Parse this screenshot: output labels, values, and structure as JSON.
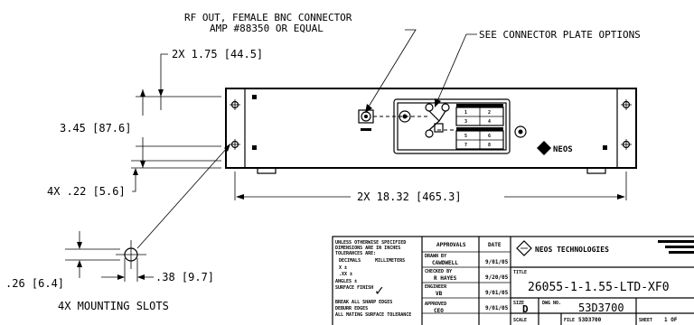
{
  "labels": {
    "rf_out_line1": "RF OUT, FEMALE BNC CONNECTOR",
    "rf_out_line2": "AMP #88350 OR EQUAL",
    "connector_plate": "SEE CONNECTOR PLATE OPTIONS",
    "dim_height_spacing": "2X 1.75 [44.5]",
    "dim_height": "3.45 [87.6]",
    "dim_slot_depth": "4X .22 [5.6]",
    "dim_width": "2X 18.32 [465.3]",
    "dim_slot_width": ".26 [6.4]",
    "dim_slot_length": ".38 [9.7]",
    "mounting_slots": "4X MOUNTING SLOTS",
    "front_panel_logo": "NEOS"
  },
  "title_block": {
    "company": "NEOS TECHNOLOGIES",
    "approvals_header": "APPROVALS",
    "date_header": "DATE",
    "title_label": "TITLE",
    "title_value": "26055-1-1.55-LTD-XF0",
    "size_label": "SIZE",
    "size_value": "D",
    "dwg_no_label": "DWG NO.",
    "dwg_no_value": "53D3700",
    "scale_label": "SCALE",
    "file_label": "FILE",
    "file_value": "53D3700",
    "sheet_label": "SHEET",
    "sheet_value": "1 OF",
    "drawn_by_label": "DRAWN BY",
    "drawn_by_value": "CAWDWELL",
    "checked_by_label": "CHECKED BY",
    "checked_by_value": "R HAYES",
    "engineer_label": "ENGINEER",
    "engineer_value": "VB",
    "approved_label": "APPROVED",
    "approved_value": "CEO",
    "date1": "9/01/05",
    "date2": "9/20/05",
    "date3": "9/01/05",
    "date4": "9/01/05",
    "tol_line1": "UNLESS OTHERWISE SPECIFIED",
    "tol_line2": "DIMENSIONS ARE IN INCHES",
    "tol_line3": "TOLERANCES ARE:",
    "tol_decimal": "DECIMALS",
    "tol_millimeters": "MILLIMETERS",
    "tol_x": "X ±",
    "tol_xx": ".XX ±",
    "tol_angles": "ANGLES ±",
    "tol_surface": "SURFACE FINISH",
    "tol_break": "BREAK ALL SHARP EDGES",
    "tol_deburr": "DEBURR EDGES",
    "tol_mating": "ALL MATING SURFACE TOLERANCE",
    "check_mark": "✓"
  }
}
